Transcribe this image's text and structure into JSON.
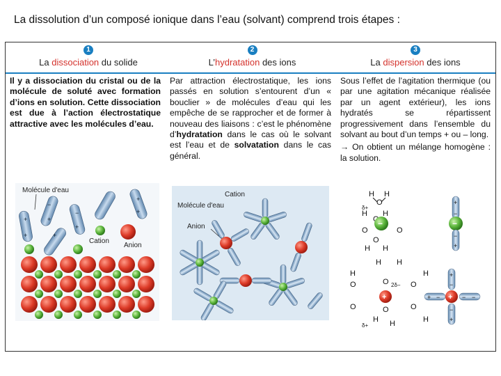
{
  "title": "La dissolution d’un composé ionique dans l’eau (solvant) comprend trois étapes :",
  "columns": [
    {
      "number": "1",
      "pre": "La ",
      "highlight": "dissociation",
      "post": " du solide",
      "text": "Il y a dissociation du cristal ou de la molécule de soluté avec formation d’ions en solution. Cette dissociation est due à l’action électrostatique attractive avec les molécules d’eau.",
      "labels": {
        "water": "Molécule d'eau",
        "cation": "Cation",
        "anion": "Anion"
      }
    },
    {
      "number": "2",
      "pre": "L’",
      "highlight": "hydratation",
      "post": " des ions",
      "text_1": "Par attraction électrostatique, les ions passés en solution s’entourent d’un « bouclier » de molécules d’eau qui les empêche de se rapprocher et de former à nouveau des liaisons : c’est le phénomène d’",
      "bold_1": "hydratation",
      "text_2": " dans le cas où le solvant est l’eau et de ",
      "bold_2": "solvatation",
      "text_3": " dans le cas général.",
      "labels": {
        "cation": "Cation",
        "water": "Molécule d'eau",
        "anion": "Anion"
      }
    },
    {
      "number": "3",
      "pre": "La ",
      "highlight": "dispersion",
      "post": " des ions",
      "text_1": "Sous l’effet de l’agitation thermique (ou par une agitation mécanique réalisée par un agent extérieur), les ions hydratés se répartissent progressivement dans l’ensemble du solvant au bout d’un temps + ou – long.",
      "text_2": "→ On obtient un mélange homogène : la solution.",
      "labels": {
        "H": "H",
        "O": "O",
        "delta_plus": "δ+",
        "delta_2minus": "2δ−",
        "plus": "+",
        "minus": "−"
      }
    }
  ],
  "colors": {
    "accent": "#1a7fc1",
    "highlight": "#d4322c",
    "cation": "#5bb43c",
    "anion": "#d53a2a"
  }
}
